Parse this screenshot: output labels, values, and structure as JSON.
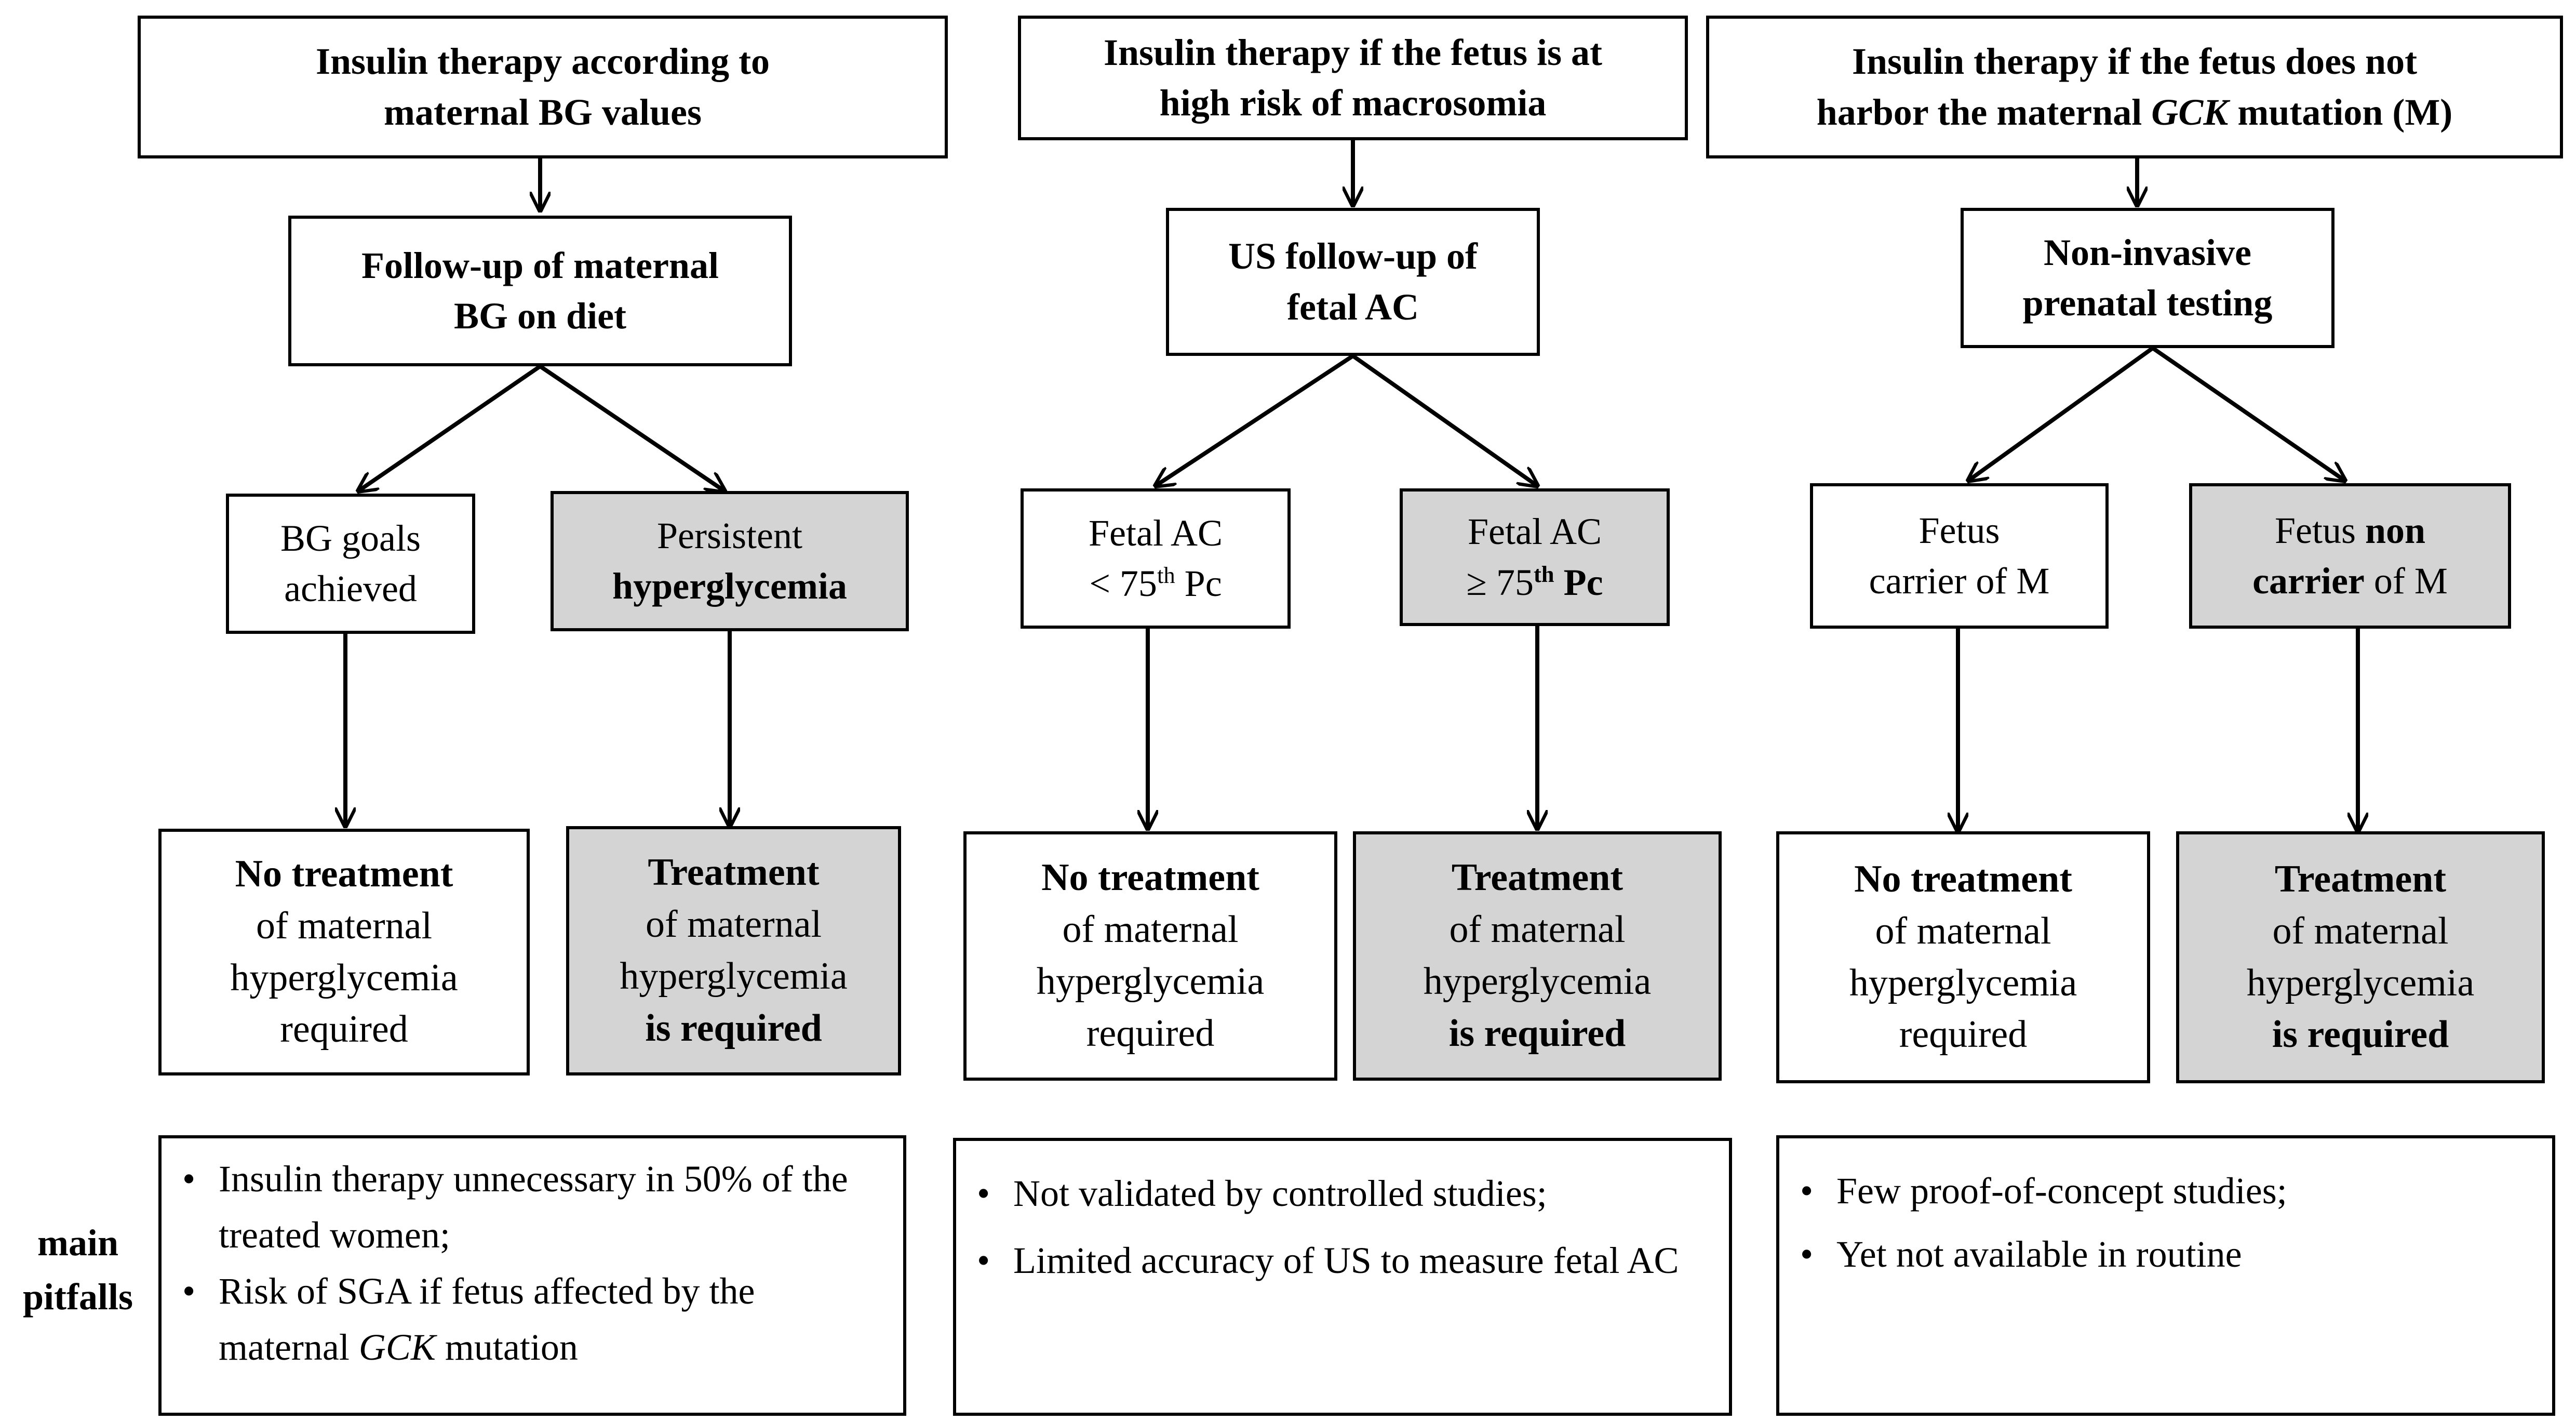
{
  "columns": [
    {
      "header": [
        "Insulin therapy according to",
        "maternal  BG values"
      ],
      "followup": [
        "Follow-up  of maternal",
        "BG on diet"
      ],
      "left_branch": [
        "BG goals",
        "achieved"
      ],
      "right_branch": [
        "Persistent",
        "hyperglycemia"
      ],
      "no_treat": {
        "title": "No treatment",
        "lines": [
          "of maternal",
          "hyperglycemia",
          "required"
        ]
      },
      "treat": {
        "title": "Treatment",
        "lines": [
          "of maternal",
          "hyperglycemia"
        ],
        "last": "is required"
      },
      "pitfalls": [
        "Insulin therapy unnecessary in 50% of the treated women;",
        "Risk of SGA if fetus affected by the maternal GCK mutation"
      ]
    },
    {
      "header": [
        "Insulin therapy if the fetus is at",
        "high risk of macrosomia"
      ],
      "followup": [
        "US follow-up  of",
        "fetal AC"
      ],
      "left_branch": [
        "Fetal AC",
        "< 75",
        "th",
        " Pc"
      ],
      "right_branch": [
        "Fetal AC",
        "≥ 75",
        "th",
        " Pc"
      ],
      "no_treat": {
        "title": "No treatment",
        "lines": [
          "of maternal",
          "hyperglycemia",
          "required"
        ]
      },
      "treat": {
        "title": "Treatment",
        "lines": [
          "of maternal",
          "hyperglycemia"
        ],
        "last": "is required"
      },
      "pitfalls": [
        "Not validated by controlled studies;",
        "Limited accuracy of US to measure fetal AC"
      ]
    },
    {
      "header": [
        "Insulin therapy if the fetus does not",
        "harbor the maternal ",
        "GCK",
        " mutation (M)"
      ],
      "followup": [
        "Non-invasive",
        "prenatal testing"
      ],
      "left_branch": [
        "Fetus",
        "carrier  of M"
      ],
      "right_branch": [
        "Fetus ",
        "non",
        "carrier",
        "  of M"
      ],
      "no_treat": {
        "title": "No treatment",
        "lines": [
          "of maternal",
          "hyperglycemia",
          "required"
        ]
      },
      "treat": {
        "title": "Treatment",
        "lines": [
          "of maternal",
          "hyperglycemia"
        ],
        "last": "is required"
      },
      "pitfalls": [
        "Few proof-of-concept studies;",
        "Yet not available in routine"
      ]
    }
  ],
  "pitfalls_label": [
    "main",
    "pitfalls"
  ],
  "bullet": "•",
  "colors": {
    "line": "#000000",
    "highlight": "#d4d4d4",
    "background": "#ffffff"
  }
}
